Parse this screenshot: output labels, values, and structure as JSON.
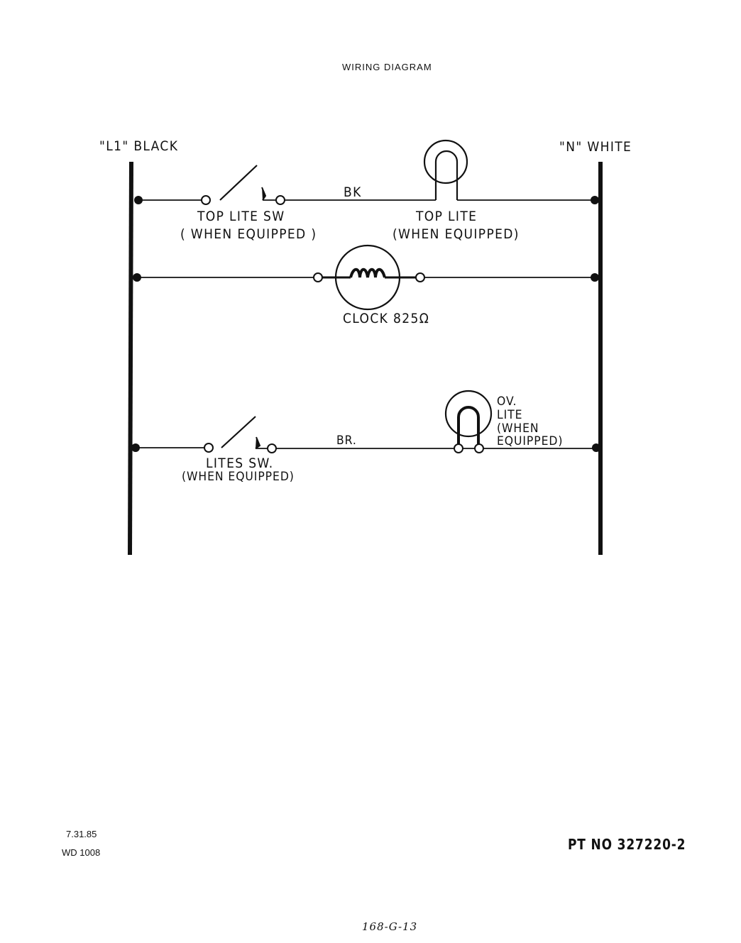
{
  "title": "WIRING DIAGRAM",
  "rails": {
    "left_label": "\"L1\" BLACK",
    "right_label": "\"N\" WHITE"
  },
  "branch1": {
    "switch_label": "TOP LITE SW",
    "switch_sub": "( WHEN EQUIPPED )",
    "wire_label": "BK",
    "lamp_label": "TOP LITE",
    "lamp_sub": "(WHEN EQUIPPED)"
  },
  "branch2": {
    "clock_label": "CLOCK 825Ω"
  },
  "branch3": {
    "switch_label": "LITES SW.",
    "switch_sub": "(WHEN EQUIPPED)",
    "wire_label": "BR.",
    "lamp_line1": "OV.",
    "lamp_line2": "LITE",
    "lamp_line3": "(WHEN",
    "lamp_line4": "EQUIPPED)"
  },
  "footer": {
    "date": "7.31.85",
    "wd": "WD 1008",
    "part_no": "PT NO 327220-2",
    "handwritten": "168-G-13"
  }
}
